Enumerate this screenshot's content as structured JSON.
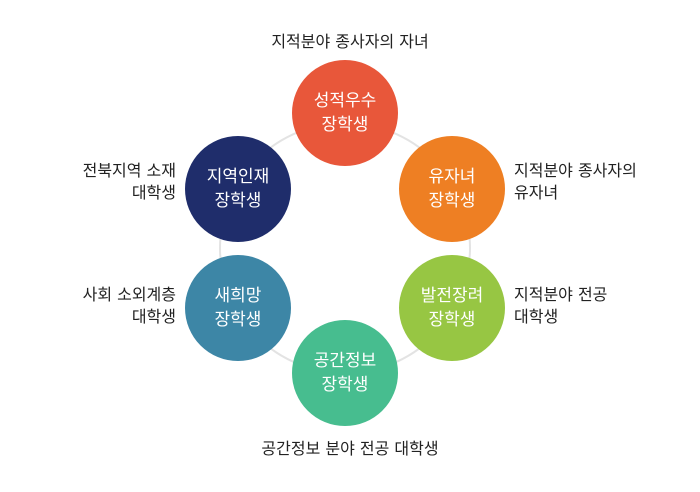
{
  "scholarships": {
    "merit": {
      "line1": "성적우수",
      "line2": "장학생",
      "color": "#e8573a"
    },
    "orphan": {
      "line1": "유자녀",
      "line2": "장학생",
      "color": "#ee7f23"
    },
    "dev": {
      "line1": "발전장려",
      "line2": "장학생",
      "color": "#97c643"
    },
    "spatial": {
      "line1": "공간정보",
      "line2": "장학생",
      "color": "#47bd8f"
    },
    "newhope": {
      "line1": "새희망",
      "line2": "장학생",
      "color": "#3d86a6"
    },
    "local": {
      "line1": "지역인재",
      "line2": "장학생",
      "color": "#1f2d6b"
    }
  },
  "descriptions": {
    "merit": {
      "line1": "지적분야 종사자의 자녀"
    },
    "orphan": {
      "line1": "지적분야 종사자의",
      "line2": "유자녀"
    },
    "dev": {
      "line1": "지적분야 전공",
      "line2": "대학생"
    },
    "spatial": {
      "line1": "공간정보 분야 전공 대학생"
    },
    "newhope": {
      "line1": "사회 소외계층",
      "line2": "대학생"
    },
    "local": {
      "line1": "전북지역 소재",
      "line2": "대학생"
    }
  },
  "ring_color": "#e3e3e3"
}
